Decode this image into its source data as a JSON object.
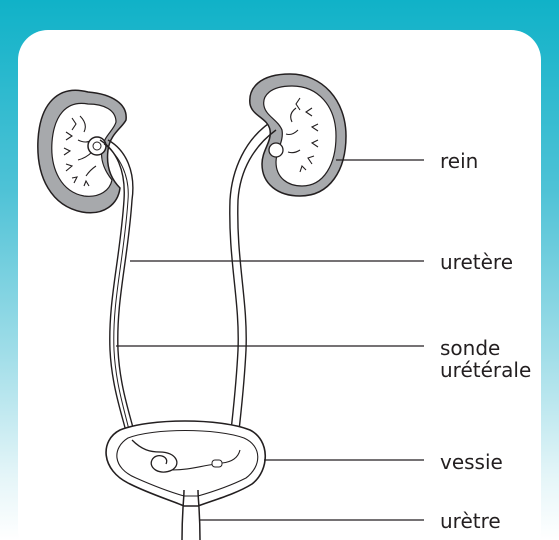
{
  "labels": {
    "rein": "rein",
    "uretere": "uretère",
    "sonde_line1": "sonde",
    "sonde_line2": "urétérale",
    "vessie": "vessie",
    "uretre": "urètre"
  },
  "colors": {
    "frame_top": "#10b2c8",
    "kidney_capsule": "#a7a9ac",
    "outline": "#231f20",
    "background": "#ffffff"
  }
}
